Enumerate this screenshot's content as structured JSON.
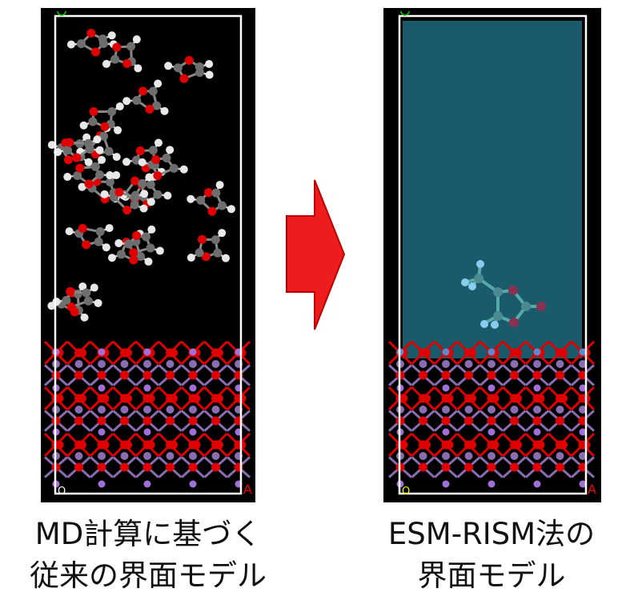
{
  "left_panel": {
    "caption_line1": "MD計算に基づく",
    "caption_line2": "従来の界面モデル",
    "axis_label_a": "A",
    "axis_label_o": "O"
  },
  "right_panel": {
    "caption_line1": "ESM-RISM法の",
    "caption_line2": "界面モデル",
    "axis_label_a": "A",
    "axis_label_o": "O"
  },
  "colors": {
    "background": "#000000",
    "solvent_continuum": "#1b5a6a",
    "oxygen": "#e00000",
    "carbon": "#6e6e6e",
    "hydrogen": "#e8e8e8",
    "metal": "#8a6cb0",
    "arrow": "#ee1c1c"
  }
}
